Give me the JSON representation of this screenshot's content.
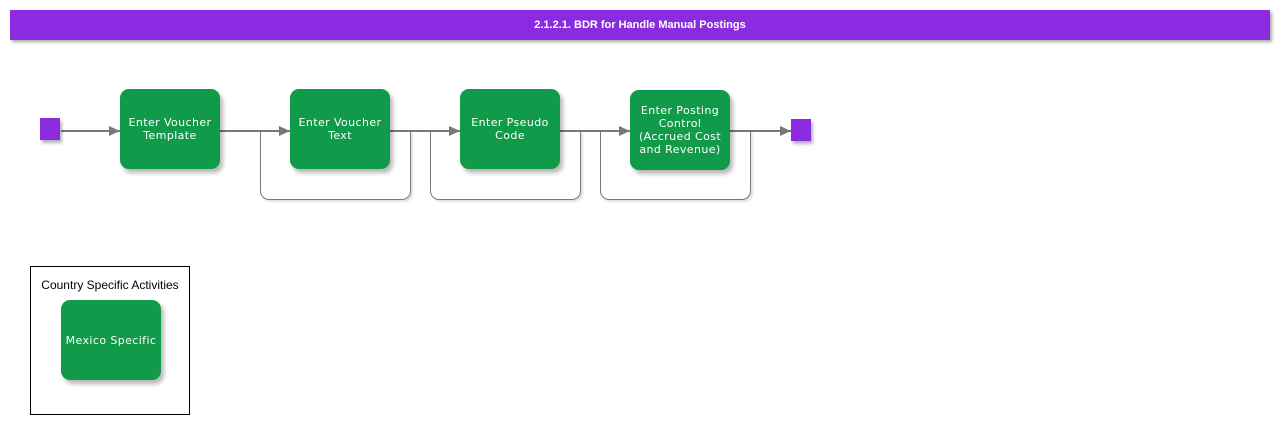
{
  "window": {
    "title": "2.1.2.1. BDR for Handle Manual Postings"
  },
  "colors": {
    "title_bar": "#8A2BE2",
    "task": "#129A4B",
    "connector": "#787878",
    "node": "#8A2BE2"
  },
  "flow": {
    "steps": [
      {
        "label": "Enter Voucher\nTemplate",
        "has_loop": false
      },
      {
        "label": "Enter Voucher\nText",
        "has_loop": true
      },
      {
        "label": "Enter Pseudo\nCode",
        "has_loop": true
      },
      {
        "label": "Enter Posting\nControl\n(Accrued Cost\nand Revenue)",
        "has_loop": true
      }
    ]
  },
  "country_panel": {
    "title": "Country Specific Activities",
    "tasks": [
      {
        "label": "Mexico Specific"
      }
    ]
  }
}
